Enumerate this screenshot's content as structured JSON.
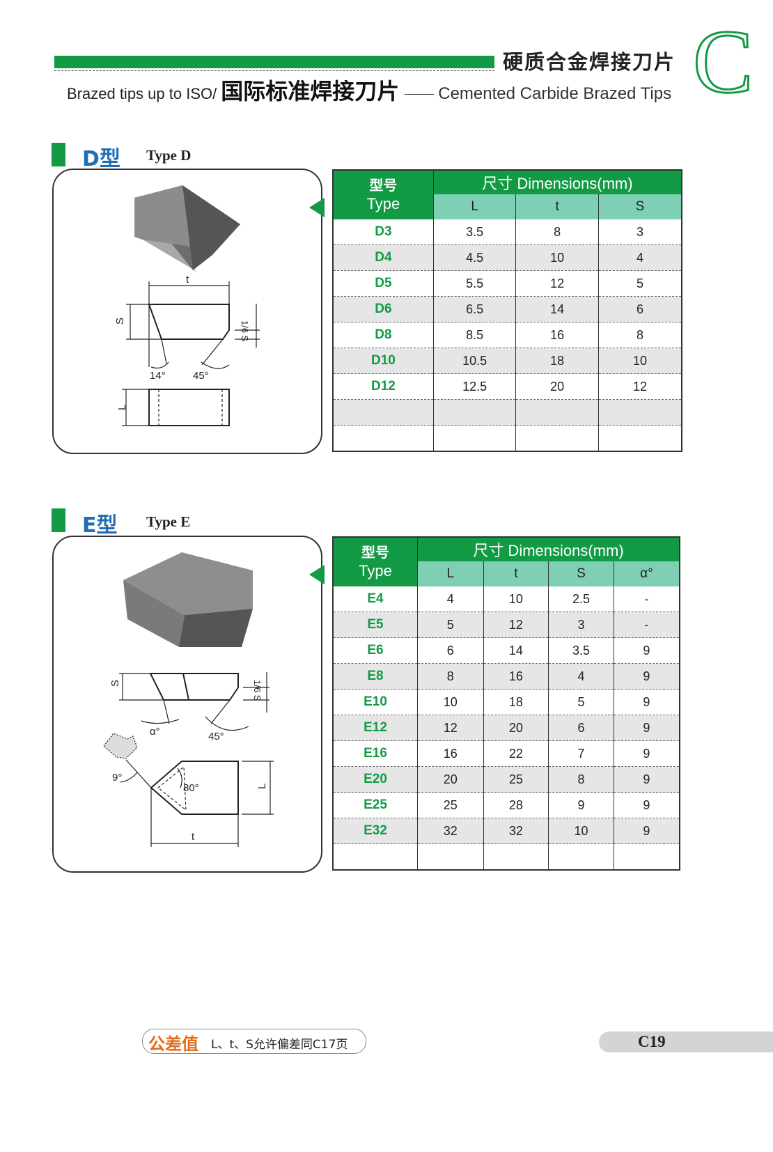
{
  "header": {
    "title_cn": "硬质合金焊接刀片",
    "iso_label": "Brazed tips up to ISO/",
    "iso_cn": "国际标准焊接刀片",
    "subtitle_en": "Cemented Carbide Brazed Tips",
    "logo_letter": "C"
  },
  "colors": {
    "brand_green": "#129a45",
    "light_green": "#7fcfb4",
    "blue_title": "#1f6eb5",
    "orange": "#e36c1a"
  },
  "section_d": {
    "title": "D型",
    "subtitle": "Type D",
    "drawing_labels": {
      "t": "t",
      "s": "S",
      "s_frac": "1/6 S",
      "angle_a": "14°",
      "angle_b": "45°",
      "l": "L"
    },
    "table": {
      "type_cn": "型号",
      "type_en": "Type",
      "dim_header": "尺寸 Dimensions(mm)",
      "columns": [
        "L",
        "t",
        "S"
      ],
      "rows": [
        [
          "D3",
          "3.5",
          "8",
          "3"
        ],
        [
          "D4",
          "4.5",
          "10",
          "4"
        ],
        [
          "D5",
          "5.5",
          "12",
          "5"
        ],
        [
          "D6",
          "6.5",
          "14",
          "6"
        ],
        [
          "D8",
          "8.5",
          "16",
          "8"
        ],
        [
          "D10",
          "10.5",
          "18",
          "10"
        ],
        [
          "D12",
          "12.5",
          "20",
          "12"
        ],
        [
          "",
          "",
          "",
          ""
        ],
        [
          "",
          "",
          "",
          ""
        ]
      ]
    }
  },
  "section_e": {
    "title": "E型",
    "subtitle": "Type E",
    "drawing_labels": {
      "s": "S",
      "s_frac": "1/6 S",
      "alpha": "α°",
      "angle_b": "45°",
      "angle_c": "9°",
      "angle_d": "80°",
      "l": "L",
      "t": "t"
    },
    "table": {
      "type_cn": "型号",
      "type_en": "Type",
      "dim_header": "尺寸 Dimensions(mm)",
      "columns": [
        "L",
        "t",
        "S",
        "α°"
      ],
      "rows": [
        [
          "E4",
          "4",
          "10",
          "2.5",
          "-"
        ],
        [
          "E5",
          "5",
          "12",
          "3",
          "-"
        ],
        [
          "E6",
          "6",
          "14",
          "3.5",
          "9"
        ],
        [
          "E8",
          "8",
          "16",
          "4",
          "9"
        ],
        [
          "E10",
          "10",
          "18",
          "5",
          "9"
        ],
        [
          "E12",
          "12",
          "20",
          "6",
          "9"
        ],
        [
          "E16",
          "16",
          "22",
          "7",
          "9"
        ],
        [
          "E20",
          "20",
          "25",
          "8",
          "9"
        ],
        [
          "E25",
          "25",
          "28",
          "9",
          "9"
        ],
        [
          "E32",
          "32",
          "32",
          "10",
          "9"
        ],
        [
          "",
          "",
          "",
          "",
          ""
        ]
      ]
    }
  },
  "footer": {
    "tolerance_label": "公差值",
    "tolerance_text": "L、t、S允许偏差同C17页",
    "page_number": "C19"
  }
}
